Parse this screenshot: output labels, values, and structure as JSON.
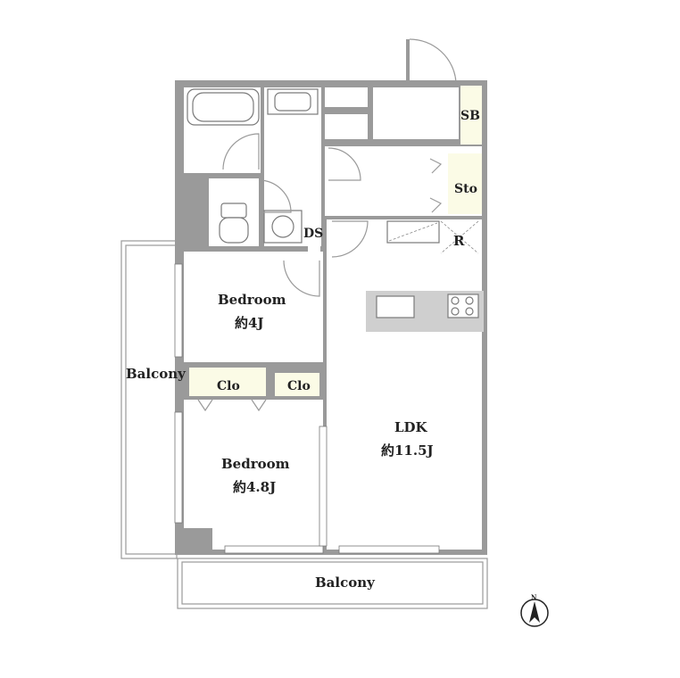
{
  "rooms": {
    "sb": "SB",
    "sto": "Sto",
    "ds": "DS",
    "r": "R",
    "bedroom1_name": "Bedroom",
    "bedroom1_size": "約4J",
    "bedroom2_name": "Bedroom",
    "bedroom2_size": "約4.8J",
    "clo1": "Clo",
    "clo2": "Clo",
    "ldk_name": "LDK",
    "ldk_size": "約11.5J",
    "balcony_west": "Balcony",
    "balcony_south": "Balcony"
  },
  "compass": {
    "label": "N"
  },
  "colors": {
    "wall": "#9a9a9a",
    "storage": "#fbfbe6",
    "paper": "#ffffff"
  }
}
